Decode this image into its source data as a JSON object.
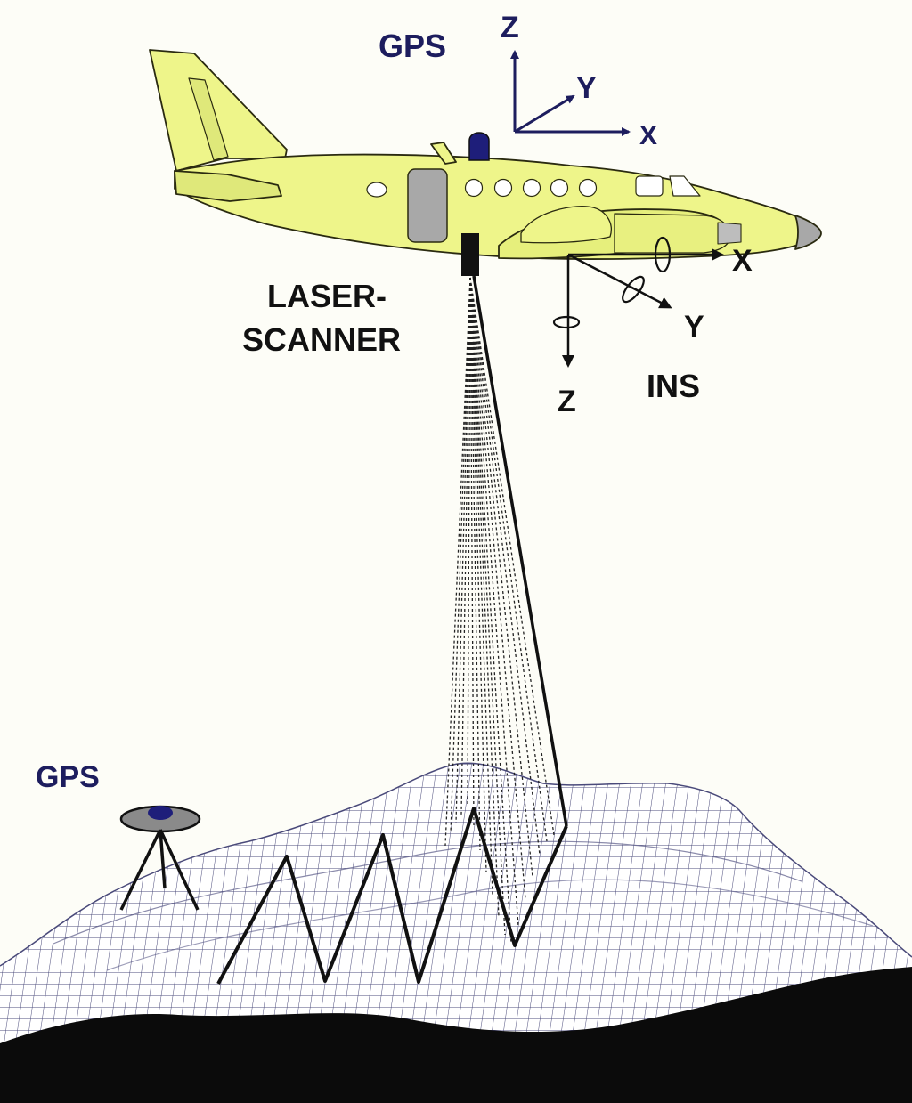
{
  "labels": {
    "gps_aircraft": "GPS",
    "gps_ground": "GPS",
    "laser_line1": "LASER-",
    "laser_line2": "SCANNER",
    "ins": "INS",
    "gps_axes": {
      "z": "Z",
      "y": "Y",
      "x": "X"
    },
    "ins_axes": {
      "x": "X",
      "y": "Y",
      "z": "Z"
    }
  },
  "colors": {
    "background": "#fdfdf7",
    "fuselage": "#eef58a",
    "outline": "#2a2a10",
    "window": "#ffffff",
    "door": "#a8a8a8",
    "antenna": "#1e1e7a",
    "label_blue": "#1d1d5e",
    "mesh": "#3a3a66",
    "ground": "#0b0b0b"
  },
  "icons": {
    "aircraft": "aircraft-icon",
    "gps_antenna": "gps-antenna-icon",
    "gps_tripod": "gps-tripod-icon",
    "laser_scanner": "laser-scanner-icon"
  }
}
